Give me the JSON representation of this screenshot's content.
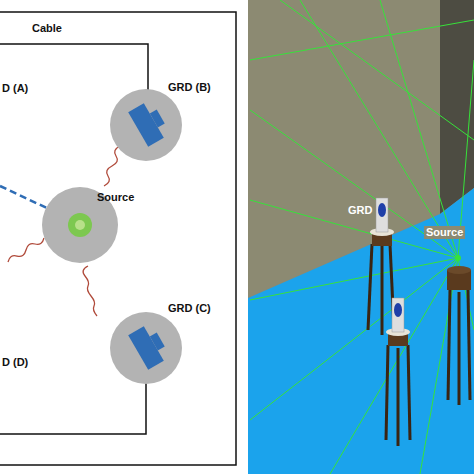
{
  "diagram": {
    "nodes": [
      {
        "text": [
          "GRD (B)"
        ]
      },
      {
        "text": [
          "Source"
        ]
      },
      {
        "text": [
          "GRD (C)"
        ]
      }
    ],
    "labels": [
      "Cable",
      "D (A)",
      "D (D)",
      "GRD",
      "Source"
    ]
  }
}
